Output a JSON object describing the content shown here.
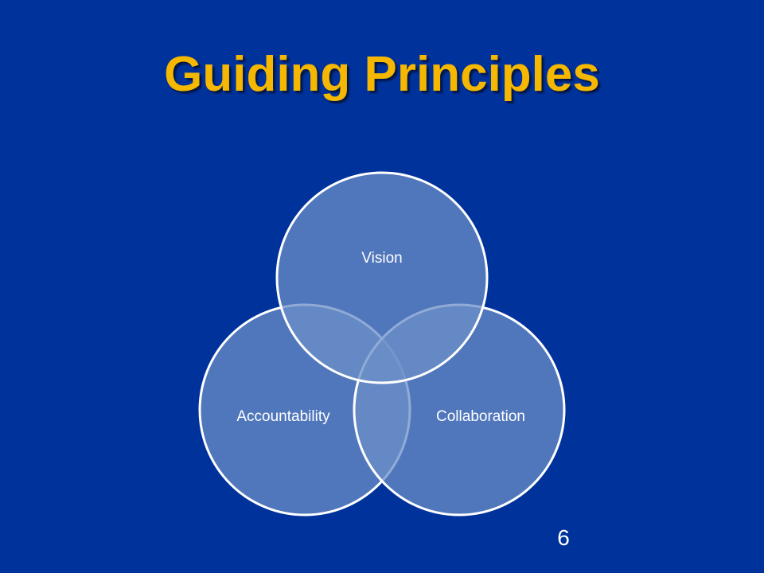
{
  "slide": {
    "title": "Guiding Principles",
    "page_number": "6"
  },
  "diagram": {
    "type": "venn",
    "circles": [
      {
        "label": "Vision"
      },
      {
        "label": "Accountability"
      },
      {
        "label": "Collaboration"
      }
    ]
  },
  "colors": {
    "background": "#00329B",
    "title": "#F5B700",
    "circle_fill": "#6A8FC6",
    "circle_stroke": "#FFFFFF",
    "text": "#FFFFFF"
  }
}
